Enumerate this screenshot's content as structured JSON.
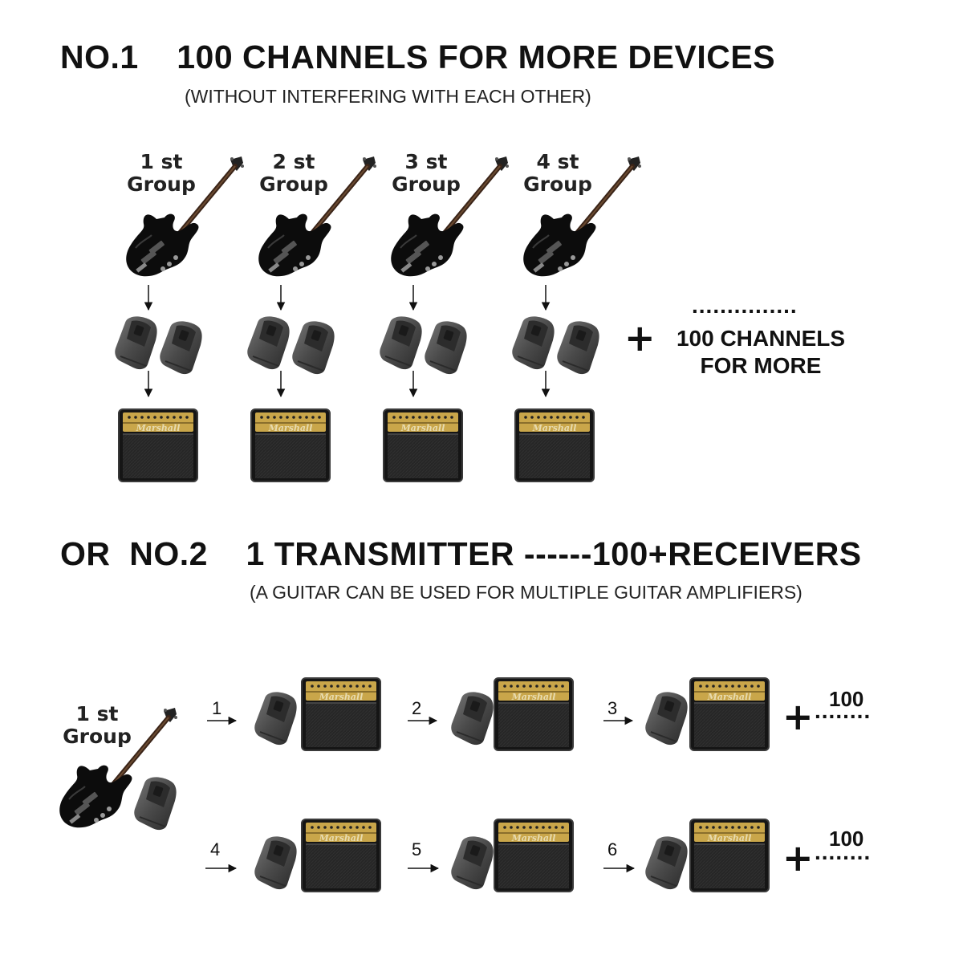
{
  "section1": {
    "title": "NO.1    100 CHANNELS FOR MORE DEVICES",
    "subtitle": "(WITHOUT INTERFERING WITH EACH OTHER)",
    "groups": [
      {
        "line1": "1 st",
        "line2": "Group"
      },
      {
        "line1": "2 st",
        "line2": "Group"
      },
      {
        "line1": "3 st",
        "line2": "Group"
      },
      {
        "line1": "4 st",
        "line2": "Group"
      }
    ],
    "plus": "+",
    "dots": "...............",
    "more_line1": "100 CHANNELS",
    "more_line2": "FOR MORE"
  },
  "section2": {
    "title": "OR  NO.2    1 TRANSMITTER ------100+RECEIVERS",
    "subtitle": "(A GUITAR CAN BE USED FOR MULTIPLE GUITAR AMPLIFIERS)",
    "group_line1": "1 st",
    "group_line2": "Group",
    "steps": [
      "1",
      "2",
      "3",
      "4",
      "5",
      "6"
    ],
    "row_end": [
      {
        "plus": "+",
        "count": "100",
        "dots": "........"
      },
      {
        "plus": "+",
        "count": "100",
        "dots": "........"
      }
    ]
  },
  "amp_brand": "Marshall",
  "colors": {
    "amp_gold": "#c9a64a",
    "amp_body": "#1b1b1b",
    "device_grey": "#4a4a4a"
  },
  "icons": [
    "bass-guitar-icon",
    "wireless-device-icon",
    "amplifier-icon",
    "arrow-down-icon",
    "arrow-right-icon"
  ]
}
